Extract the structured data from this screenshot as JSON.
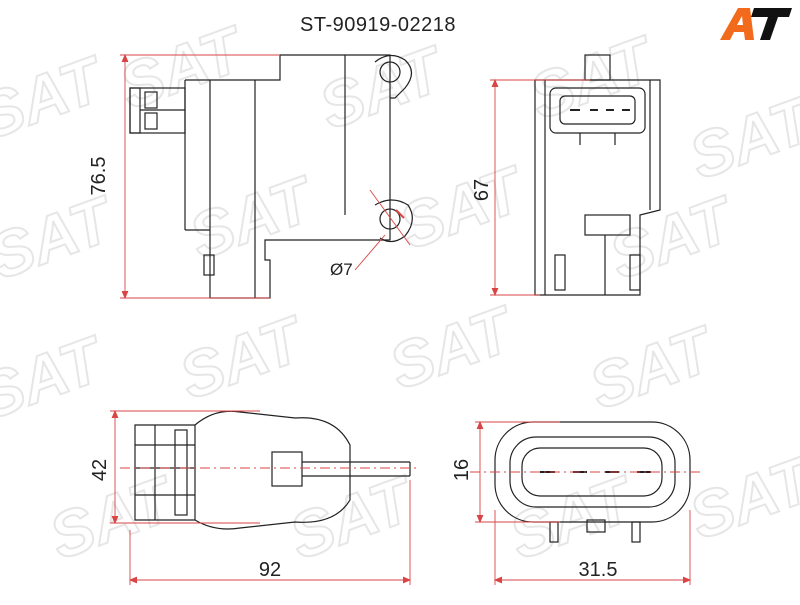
{
  "part_number": "ST-90919-02218",
  "brand_logo": "AT",
  "watermark": "SAT",
  "colors": {
    "line": "#222222",
    "dimension": "#d94545",
    "watermark": "#e6e6e6",
    "logo_orange": "#f26a1b",
    "logo_black": "#111111"
  },
  "views": {
    "side": {
      "height_label": "76.5",
      "hole_label": "Ø7"
    },
    "front": {
      "height_label": "67"
    },
    "top": {
      "width_label": "42",
      "length_label": "92"
    },
    "connector": {
      "height_label": "16",
      "width_label": "31.5"
    }
  }
}
